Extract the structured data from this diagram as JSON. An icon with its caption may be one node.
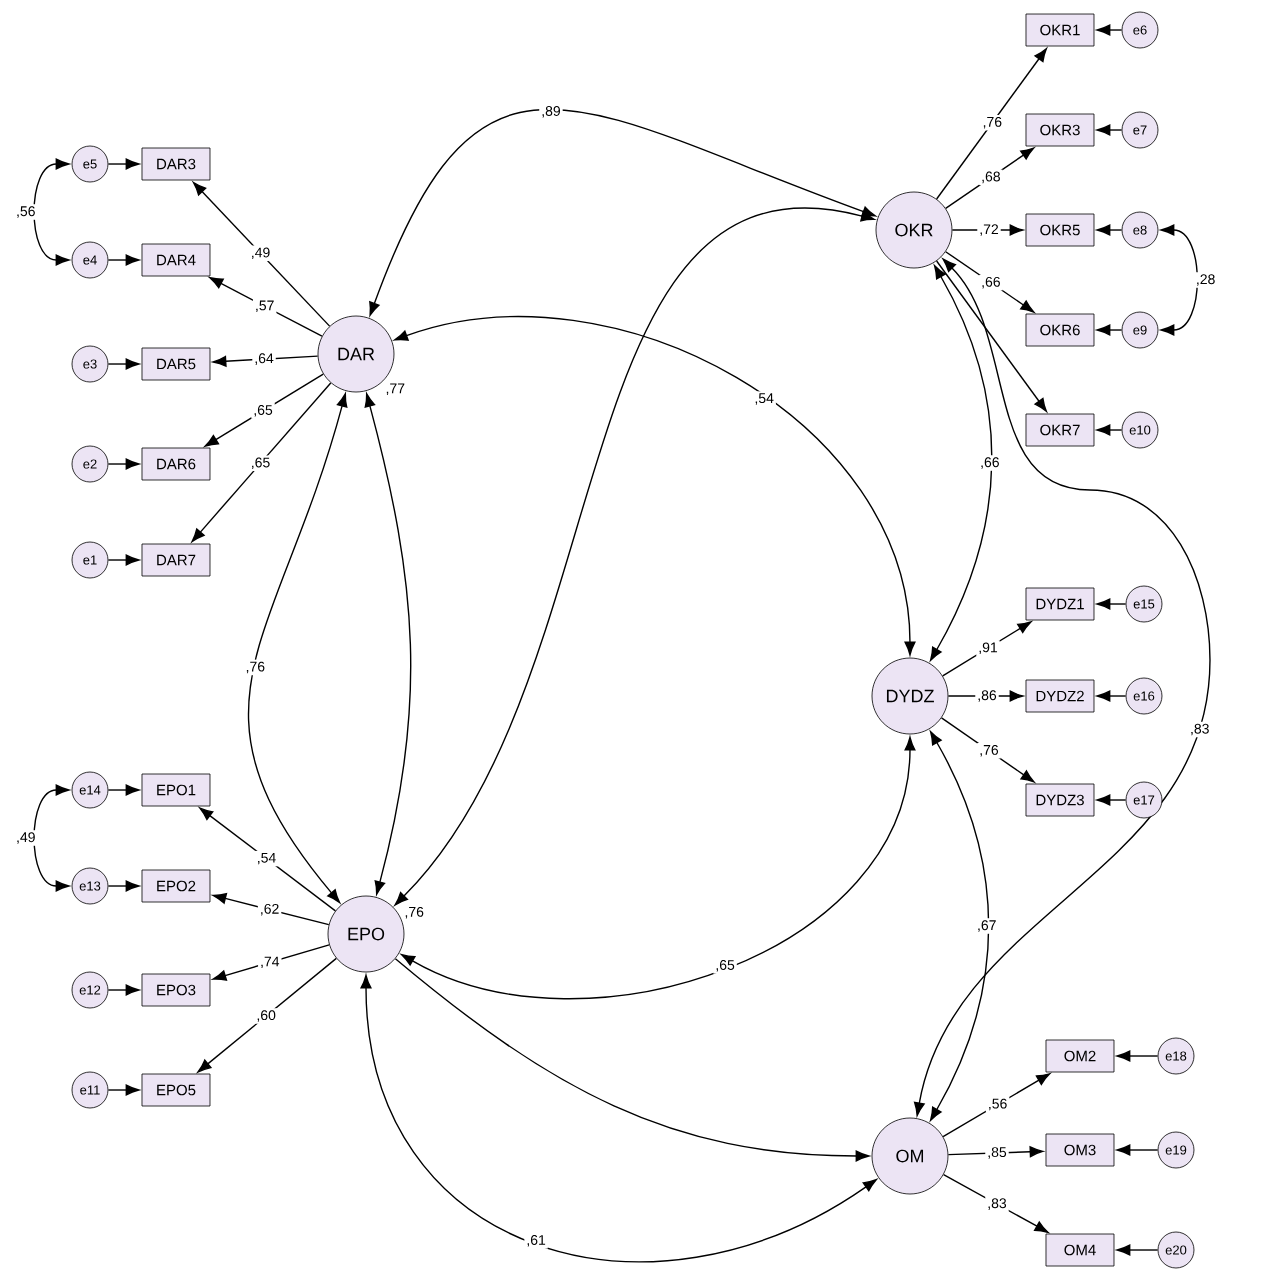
{
  "diagram": {
    "nodes": [
      {
        "text": [
          "DAR"
        ],
        "beside": [
          ",77"
        ]
      },
      {
        "text": [
          "OKR"
        ]
      },
      {
        "text": [
          "DYDZ"
        ]
      },
      {
        "text": [
          "EPO"
        ],
        "beside": [
          ",76"
        ]
      },
      {
        "text": [
          "OM"
        ]
      },
      {
        "text": [
          "DAR3"
        ]
      },
      {
        "text": [
          "DAR4"
        ]
      },
      {
        "text": [
          "DAR5"
        ]
      },
      {
        "text": [
          "DAR6"
        ]
      },
      {
        "text": [
          "DAR7"
        ]
      },
      {
        "text": [
          "OKR1"
        ]
      },
      {
        "text": [
          "OKR3"
        ]
      },
      {
        "text": [
          "OKR5"
        ]
      },
      {
        "text": [
          "OKR6"
        ]
      },
      {
        "text": [
          "OKR7"
        ]
      },
      {
        "text": [
          "DYDZ1"
        ]
      },
      {
        "text": [
          "DYDZ2"
        ]
      },
      {
        "text": [
          "DYDZ3"
        ]
      },
      {
        "text": [
          "EPO1"
        ]
      },
      {
        "text": [
          "EPO2"
        ]
      },
      {
        "text": [
          "EPO3"
        ]
      },
      {
        "text": [
          "EPO5"
        ]
      },
      {
        "text": [
          "OM2"
        ]
      },
      {
        "text": [
          "OM3"
        ]
      },
      {
        "text": [
          "OM4"
        ]
      },
      {
        "text": [
          "e5"
        ]
      },
      {
        "text": [
          "e4"
        ]
      },
      {
        "text": [
          "e3"
        ]
      },
      {
        "text": [
          "e2"
        ]
      },
      {
        "text": [
          "e1"
        ]
      },
      {
        "text": [
          "e6"
        ]
      },
      {
        "text": [
          "e7"
        ]
      },
      {
        "text": [
          "e8"
        ]
      },
      {
        "text": [
          "e9"
        ]
      },
      {
        "text": [
          "e10"
        ]
      },
      {
        "text": [
          "e15"
        ]
      },
      {
        "text": [
          "e16"
        ]
      },
      {
        "text": [
          "e17"
        ]
      },
      {
        "text": [
          "e14"
        ]
      },
      {
        "text": [
          "e13"
        ]
      },
      {
        "text": [
          "e12"
        ]
      },
      {
        "text": [
          "e11"
        ]
      },
      {
        "text": [
          "e18"
        ]
      },
      {
        "text": [
          "e19"
        ]
      },
      {
        "text": [
          "e20"
        ]
      }
    ],
    "edges": [
      {
        "from": 0,
        "to": 1,
        "arrow": "both",
        "label": ",89"
      },
      {
        "from": 0,
        "to": 2,
        "arrow": "both",
        "label": ",54"
      },
      {
        "from": 0,
        "to": 3,
        "arrow": "both",
        "label": ",76"
      },
      {
        "from": 0,
        "to": 3,
        "arrow": "both"
      },
      {
        "from": 3,
        "to": 1,
        "arrow": "both"
      },
      {
        "from": 1,
        "to": 2,
        "arrow": "both",
        "label": ",66"
      },
      {
        "from": 1,
        "to": 4,
        "arrow": "both",
        "label": ",83"
      },
      {
        "from": 2,
        "to": 4,
        "arrow": "both",
        "label": ",67"
      },
      {
        "from": 3,
        "to": 2,
        "arrow": "both",
        "label": ",65"
      },
      {
        "from": 3,
        "to": 4,
        "arrow": "to"
      },
      {
        "from": 3,
        "to": 4,
        "arrow": "both",
        "label": ",61"
      },
      {
        "from": 0,
        "to": 5,
        "arrow": "to",
        "label": ",49"
      },
      {
        "from": 0,
        "to": 6,
        "arrow": "to",
        "label": ",57"
      },
      {
        "from": 0,
        "to": 7,
        "arrow": "to",
        "label": ",64"
      },
      {
        "from": 0,
        "to": 8,
        "arrow": "to",
        "label": ",65"
      },
      {
        "from": 0,
        "to": 9,
        "arrow": "to",
        "label": ",65"
      },
      {
        "from": 1,
        "to": 10,
        "arrow": "to",
        "label": ",76"
      },
      {
        "from": 1,
        "to": 11,
        "arrow": "to",
        "label": ",68"
      },
      {
        "from": 1,
        "to": 12,
        "arrow": "to",
        "label": ",72"
      },
      {
        "from": 1,
        "to": 13,
        "arrow": "to",
        "label": ",66"
      },
      {
        "from": 1,
        "to": 14,
        "arrow": "to"
      },
      {
        "from": 2,
        "to": 15,
        "arrow": "to",
        "label": ",91"
      },
      {
        "from": 2,
        "to": 16,
        "arrow": "to",
        "label": ",86"
      },
      {
        "from": 2,
        "to": 17,
        "arrow": "to",
        "label": ",76"
      },
      {
        "from": 3,
        "to": 18,
        "arrow": "to",
        "label": ",54"
      },
      {
        "from": 3,
        "to": 19,
        "arrow": "to",
        "label": ",62"
      },
      {
        "from": 3,
        "to": 20,
        "arrow": "to",
        "label": ",74"
      },
      {
        "from": 3,
        "to": 21,
        "arrow": "to",
        "label": ",60"
      },
      {
        "from": 4,
        "to": 22,
        "arrow": "to",
        "label": ",56"
      },
      {
        "from": 4,
        "to": 23,
        "arrow": "to",
        "label": ",85"
      },
      {
        "from": 4,
        "to": 24,
        "arrow": "to",
        "label": ",83"
      },
      {
        "from": 25,
        "to": 5,
        "arrow": "to"
      },
      {
        "from": 26,
        "to": 6,
        "arrow": "to"
      },
      {
        "from": 27,
        "to": 7,
        "arrow": "to"
      },
      {
        "from": 28,
        "to": 8,
        "arrow": "to"
      },
      {
        "from": 29,
        "to": 9,
        "arrow": "to"
      },
      {
        "from": 30,
        "to": 10,
        "arrow": "to"
      },
      {
        "from": 31,
        "to": 11,
        "arrow": "to"
      },
      {
        "from": 32,
        "to": 12,
        "arrow": "to"
      },
      {
        "from": 33,
        "to": 13,
        "arrow": "to"
      },
      {
        "from": 34,
        "to": 14,
        "arrow": "to"
      },
      {
        "from": 35,
        "to": 15,
        "arrow": "to"
      },
      {
        "from": 36,
        "to": 16,
        "arrow": "to"
      },
      {
        "from": 37,
        "to": 17,
        "arrow": "to"
      },
      {
        "from": 38,
        "to": 18,
        "arrow": "to"
      },
      {
        "from": 39,
        "to": 19,
        "arrow": "to"
      },
      {
        "from": 40,
        "to": 20,
        "arrow": "to"
      },
      {
        "from": 41,
        "to": 21,
        "arrow": "to"
      },
      {
        "from": 42,
        "to": 22,
        "arrow": "to"
      },
      {
        "from": 43,
        "to": 23,
        "arrow": "to"
      },
      {
        "from": 44,
        "to": 24,
        "arrow": "to"
      },
      {
        "from": 25,
        "to": 26,
        "arrow": "both",
        "label": ",56"
      },
      {
        "from": 32,
        "to": 33,
        "arrow": "both",
        "label": ",28"
      },
      {
        "from": 38,
        "to": 39,
        "arrow": "both",
        "label": ",49"
      }
    ]
  }
}
